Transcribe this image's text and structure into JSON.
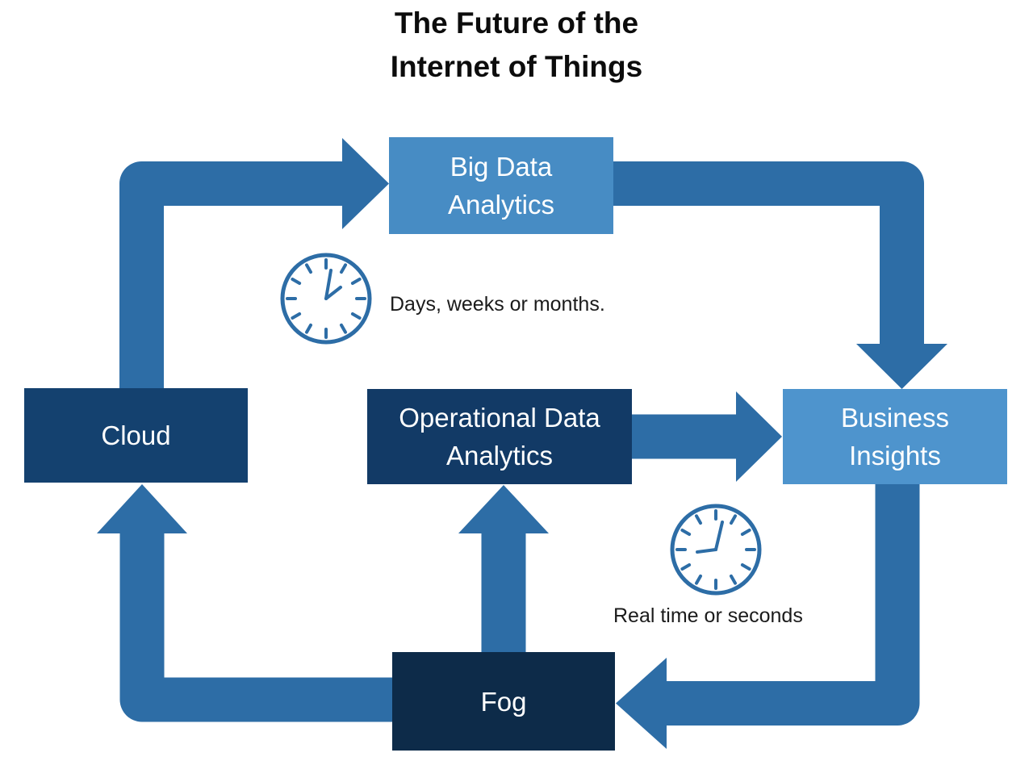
{
  "title": {
    "line1": "The Future of the",
    "line2": "Internet of Things"
  },
  "nodes": {
    "big_data_analytics": {
      "line1": "Big Data",
      "line2": "Analytics",
      "color": "#478cc4"
    },
    "cloud": {
      "label": "Cloud",
      "color": "#14416f"
    },
    "operational_data_analytics": {
      "line1": "Operational Data",
      "line2": "Analytics",
      "color": "#123a66"
    },
    "business_insights": {
      "line1": "Business",
      "line2": "Insights",
      "color": "#4e94cd"
    },
    "fog": {
      "label": "Fog",
      "color": "#0d2b49"
    }
  },
  "annotations": {
    "top_clock": {
      "icon": "clock-icon",
      "label": "Days, weeks or months."
    },
    "bottom_clock": {
      "icon": "clock-icon",
      "label": "Real time or seconds"
    }
  },
  "connections": [
    "Cloud -> Big Data Analytics",
    "Big Data Analytics -> Business Insights",
    "Operational Data Analytics -> Business Insights",
    "Business Insights -> Fog",
    "Fog -> Operational Data Analytics",
    "Fog -> Cloud"
  ],
  "flow_color": "#2d6da6"
}
